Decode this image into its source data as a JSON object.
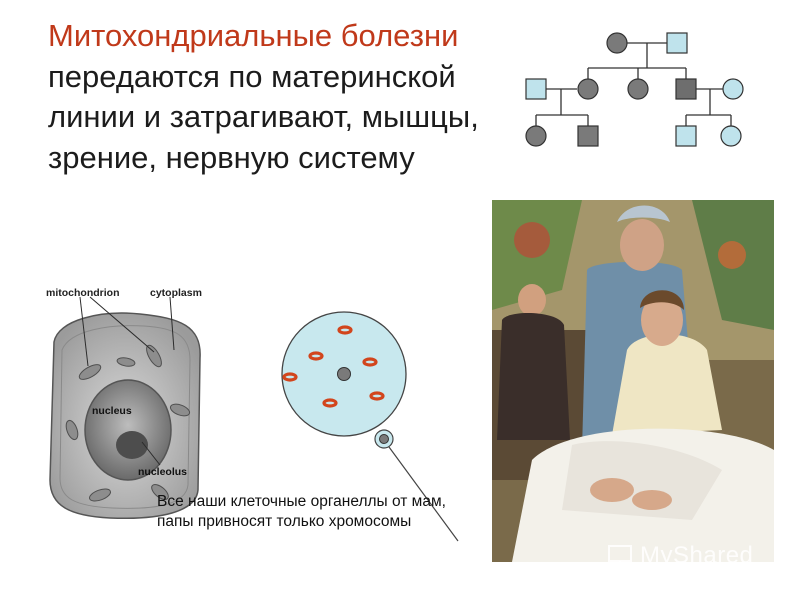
{
  "title": {
    "highlight": "Митохондриальные болезни",
    "rest": " передаются по материнской линии и затрагивают, мышцы, зрение, нервную систему"
  },
  "cell_labels": {
    "mitochondrion": "mitochondrion",
    "cytoplasm": "cytoplasm",
    "nucleus": "nucleus",
    "nucleolus": "nucleolus"
  },
  "caption": "Все наши клеточные органеллы от мам, папы привносят только хромосомы",
  "watermark": {
    "brand": "MyShared"
  },
  "colors": {
    "accent": "#c0391a",
    "pedigree_affected": "#7a7a7a",
    "pedigree_unaffected": "#bfe3ec",
    "egg_fill": "#c8e8ee",
    "mito_orange": "#d2451c"
  },
  "pedigree": {
    "generation_1": [
      {
        "sex": "female",
        "status": "affected"
      },
      {
        "sex": "male",
        "status": "unaffected"
      }
    ],
    "generation_2": [
      {
        "sex": "male",
        "status": "unaffected"
      },
      {
        "sex": "female",
        "status": "affected"
      },
      {
        "sex": "female",
        "status": "affected"
      },
      {
        "sex": "male",
        "status": "affected"
      },
      {
        "sex": "female",
        "status": "unaffected"
      }
    ],
    "generation_3": [
      {
        "sex": "female",
        "status": "affected"
      },
      {
        "sex": "male",
        "status": "affected"
      },
      {
        "sex": "male",
        "status": "unaffected"
      },
      {
        "sex": "female",
        "status": "unaffected"
      }
    ]
  }
}
